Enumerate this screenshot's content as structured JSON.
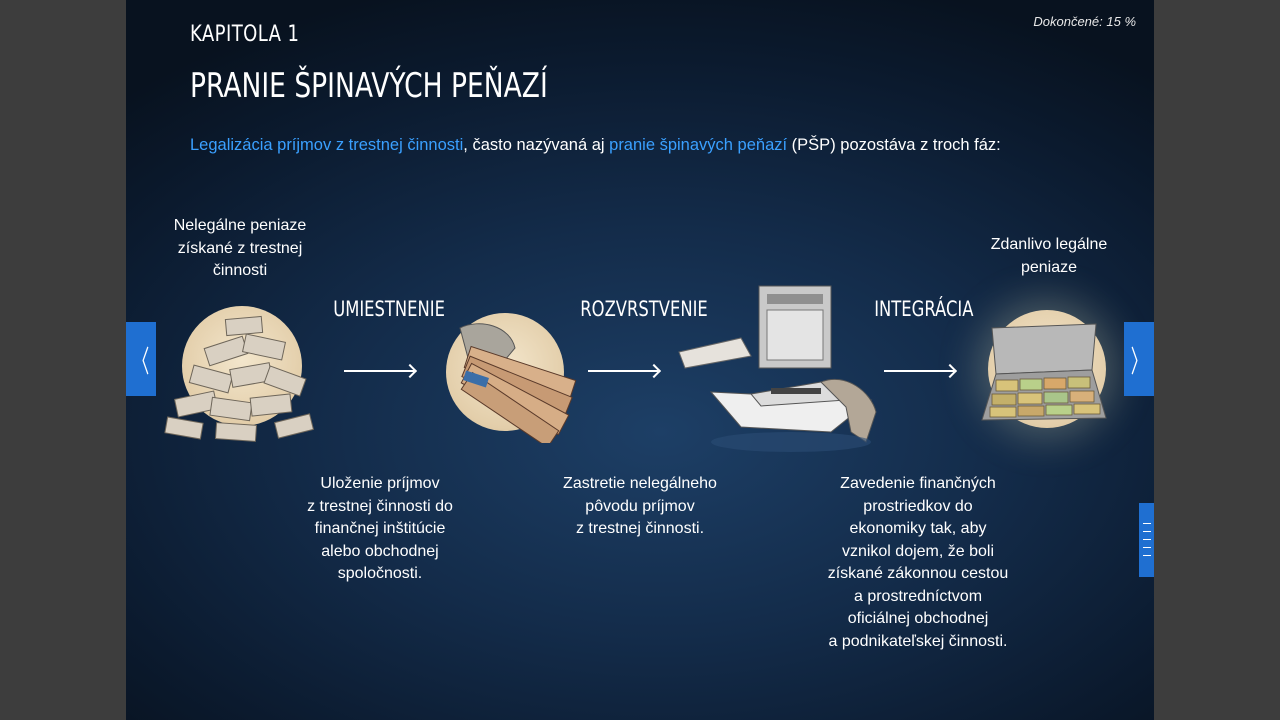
{
  "progress": {
    "text": "Dokončené: 15 %"
  },
  "header": {
    "chapter": "KAPITOLA 1",
    "title": "PRANIE ŠPINAVÝCH PEŇAZÍ"
  },
  "intro": {
    "term1": "Legalizácia príjmov z trestnej činnosti",
    "text1": ", často nazývaná aj ",
    "term2": "pranie špinavých peňazí",
    "text2": " (PŠP) pozostáva z troch fáz:"
  },
  "start": {
    "caption_lines": [
      "Nelegálne peniaze",
      "získané z trestnej",
      "činnosti"
    ]
  },
  "end": {
    "caption_lines": [
      "Zdanlivo legálne",
      "peniaze"
    ]
  },
  "phases": [
    {
      "label": "UMIESTNENIE",
      "desc_lines": [
        "Uloženie príjmov",
        "z trestnej činnosti do",
        "finančnej inštitúcie",
        "alebo obchodnej",
        "spoločnosti."
      ]
    },
    {
      "label": "ROZVRSTVENIE",
      "desc_lines": [
        "Zastretie nelegálneho",
        "pôvodu príjmov",
        "z trestnej činnosti."
      ]
    },
    {
      "label": "INTEGRÁCIA",
      "desc_lines": [
        "Zavedenie finančných",
        "prostriedkov do",
        "ekonomiky tak, aby",
        "vznikol dojem, že boli",
        "získané zákonnou cestou",
        "a prostredníctvom",
        "oficiálnej obchodnej",
        "a podnikateľskej činnosti."
      ]
    }
  ],
  "nav": {
    "prev": "〈",
    "next": "〉"
  },
  "colors": {
    "accent": "#1f6fd1",
    "highlight": "#3aa0ff",
    "background": "#132b49"
  },
  "icons": [
    "money-pile-icon",
    "hand-with-money-icon",
    "yacht-and-safe-icon",
    "money-briefcase-icon",
    "chevron-left-icon",
    "chevron-right-icon",
    "menu-lines-icon"
  ]
}
